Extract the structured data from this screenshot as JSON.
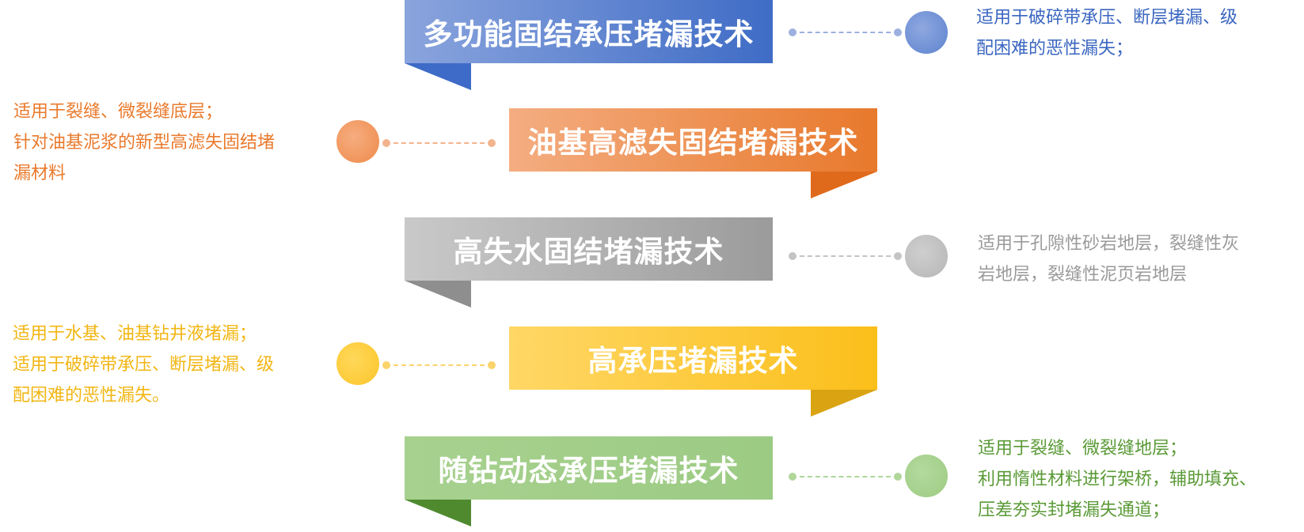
{
  "rows": [
    {
      "title": "多功能固结承压堵漏技术",
      "lines": [
        "适用于破碎带承压、断层堵漏、级",
        "配困难的恶性漏失；"
      ],
      "color": "#3f6cc6"
    },
    {
      "title": "油基高滤失固结堵漏技术",
      "lines": [
        "适用于裂缝、微裂缝底层；",
        "针对油基泥浆的新型高滤失固结堵",
        "漏材料"
      ],
      "color": "#e8792c"
    },
    {
      "title": "高失水固结堵漏技术",
      "lines": [
        "适用于孔隙性砂岩地层，裂缝性灰",
        "岩地层，裂缝性泥页岩地层"
      ],
      "color": "#9b9b9b"
    },
    {
      "title": "高承压堵漏技术",
      "lines": [
        "适用于水基、油基钻井液堵漏；",
        "适用于破碎带承压、断层堵漏、级",
        "配困难的恶性漏失。"
      ],
      "color": "#fbbf1a"
    },
    {
      "title": "随钻动态承压堵漏技术",
      "lines": [
        "适用于裂缝、微裂缝地层；",
        "利用惰性材料进行架桥，辅助填充、",
        "压差夯实封堵漏失通道；"
      ],
      "color": "#9ccb84"
    }
  ]
}
